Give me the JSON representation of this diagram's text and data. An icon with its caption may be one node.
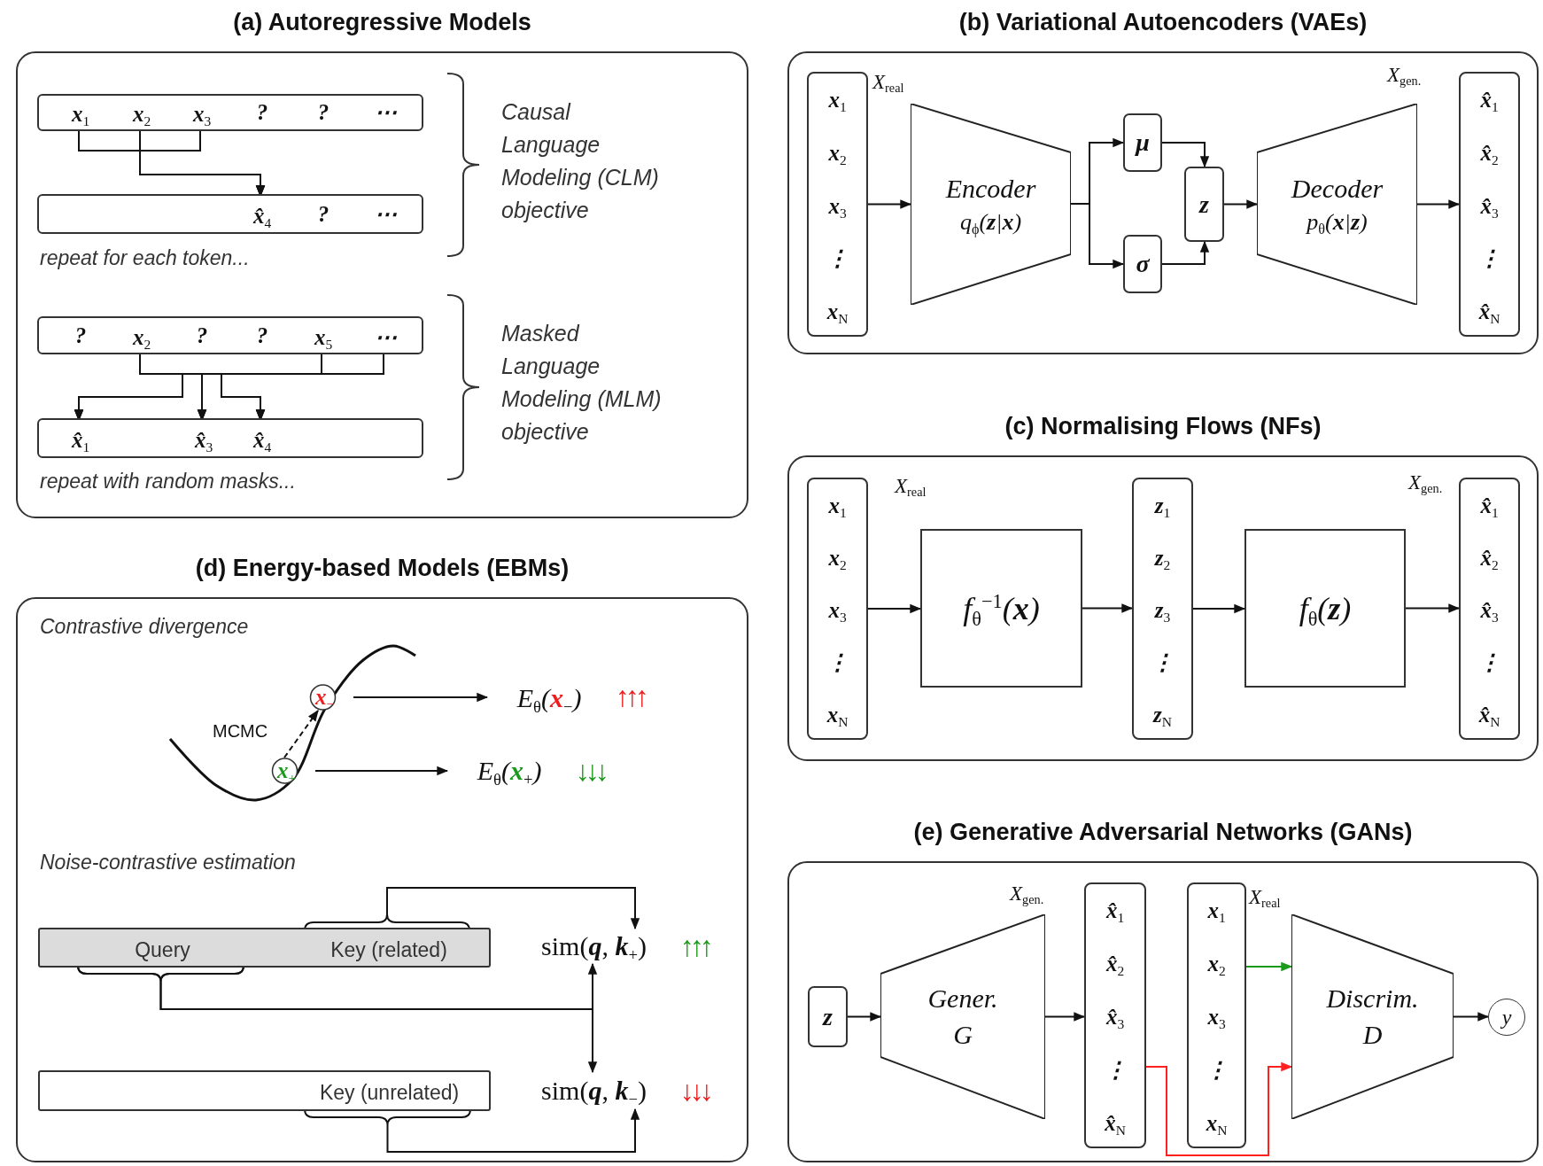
{
  "diagram": {
    "nodes": [
      {
        "text": [
          "(a) Autoregressive Models"
        ]
      },
      {
        "text": [
          "?",
          "?",
          "⋯"
        ],
        "in": 0
      },
      {
        "text": [
          "x$_{1}$"
        ],
        "in": 1
      },
      {
        "text": [
          "x$_{2}$"
        ],
        "in": 1
      },
      {
        "text": [
          "x$_{3}$"
        ],
        "in": 1
      },
      {
        "text": [
          "?",
          "⋯"
        ],
        "in": 0
      },
      {
        "text": [
          "x̂$_{4}$"
        ],
        "in": 5
      },
      {
        "text": [
          "?",
          "?",
          "?"
        ],
        "in": 0
      },
      {
        "text": [
          "x$_{2}$"
        ],
        "in": 7
      },
      {
        "text": [
          "x$_{5}$"
        ],
        "in": 7
      },
      {
        "text": [
          "⋯"
        ],
        "in": 7
      },
      {
        "text": [],
        "shape": "box",
        "in": 0
      },
      {
        "text": [
          "x̂$_{1}$"
        ],
        "in": 11
      },
      {
        "text": [
          "x̂$_{3}$"
        ],
        "in": 11
      },
      {
        "text": [
          "x̂$_{4}$"
        ],
        "in": 11
      },
      {
        "text": [
          "(b) Variational Autoencoders (VAEs)"
        ]
      },
      {
        "text": [
          "x$_{1}$",
          "x$_{2}$",
          "x$_{3}$",
          "⋮",
          "x$_{N}$"
        ],
        "in": 15,
        "beside": [
          "*X*$_{real}$"
        ]
      },
      {
        "text": [
          "Encoder",
          "*q*$_{ϕ}$(**z**|**x**)"
        ],
        "in": 15
      },
      {
        "text": [
          "μ"
        ],
        "in": 15
      },
      {
        "text": [
          "σ"
        ],
        "in": 15
      },
      {
        "text": [
          "z"
        ],
        "in": 15
      },
      {
        "text": [
          "Decoder",
          "*p*$_{θ}$(**x**|**z**)"
        ],
        "in": 15
      },
      {
        "text": [
          "x̂$_{1}$",
          "x̂$_{2}$",
          "x̂$_{3}$",
          "⋮",
          "x̂$_{N}$"
        ],
        "in": 15
      },
      {
        "text": [
          "(c) Normalising Flows (NFs)"
        ]
      },
      {
        "text": [
          "x$_{1}$",
          "x$_{2}$",
          "x$_{3}$",
          "⋮",
          "x$_{N}$"
        ],
        "in": 23,
        "beside": [
          "*X*$_{real}$"
        ]
      },
      {
        "text": [
          "*f*$_{θ}$$^{−1}$(**x**)"
        ],
        "in": 23
      },
      {
        "text": [
          "z$_{1}$",
          "z$_{2}$",
          "z$_{3}$",
          "⋮",
          "z$_{N}$"
        ],
        "in": 23
      },
      {
        "text": [
          "*f*$_{θ}$(**z**)"
        ],
        "in": 23
      },
      {
        "text": [
          "x̂$_{1}$",
          "x̂$_{2}$",
          "x̂$_{3}$",
          "⋮",
          "x̂$_{N}$"
        ],
        "in": 23,
        "beside": [
          "*X*$_{gen.}$"
        ]
      },
      {
        "text": [
          "(d) Energy-based Models (EBMs)"
        ]
      },
      {
        "text": [
          "x$_{−}$"
        ],
        "in": 29
      },
      {
        "text": [
          "*E*$_{θ}$(**x**$_{−}$)"
        ],
        "in": 29,
        "beside": [
          "↑↑↑"
        ]
      },
      {
        "text": [
          "x$_{+}$"
        ],
        "in": 29
      },
      {
        "text": [
          "*E*$_{θ}$(**x**$_{+}$)"
        ],
        "in": 29,
        "beside": [
          "↓↓↓"
        ]
      },
      {
        "text": [],
        "shape": "box",
        "in": 29
      },
      {
        "text": [
          "Query"
        ],
        "in": 34
      },
      {
        "text": [
          "Key (related)"
        ],
        "in": 34
      },
      {
        "text": [
          "sim(**q**, **k**$_{+}$)"
        ],
        "in": 29,
        "beside": [
          "↑↑↑"
        ]
      },
      {
        "text": [],
        "shape": "box",
        "in": 29
      },
      {
        "text": [
          "Key (unrelated)"
        ],
        "in": 38
      },
      {
        "text": [
          "sim(**q**, **k**$_{−}$)"
        ],
        "in": 29,
        "beside": [
          "↓↓↓"
        ]
      },
      {
        "text": [
          "(e) Generative Adversarial Networks (GANs)"
        ]
      },
      {
        "text": [
          "z"
        ],
        "in": 41
      },
      {
        "text": [
          "Gener.",
          "G"
        ],
        "in": 41
      },
      {
        "text": [
          "x̂$_{1}$",
          "x̂$_{2}$",
          "x̂$_{3}$",
          "⋮",
          "x̂$_{N}$"
        ],
        "in": 41
      },
      {
        "text": [
          "x$_{1}$",
          "x$_{2}$",
          "x$_{3}$",
          "⋮",
          "x$_{N}$"
        ],
        "in": 41,
        "beside": [
          "*X*$_{real}$"
        ]
      },
      {
        "text": [
          "Discrim.",
          "D"
        ],
        "in": 41
      },
      {
        "text": [
          "y"
        ],
        "in": 41
      }
    ],
    "edges": [
      {
        "from": 2,
        "to": 6,
        "arrow": "to"
      },
      {
        "from": 3,
        "to": 6,
        "arrow": "to"
      },
      {
        "from": 4,
        "to": 6,
        "arrow": "to"
      },
      {
        "from": 8,
        "to": 12,
        "arrow": "to"
      },
      {
        "from": 8,
        "to": 13,
        "arrow": "to"
      },
      {
        "from": 8,
        "to": 14,
        "arrow": "to"
      },
      {
        "from": 9,
        "to": 12,
        "arrow": "to"
      },
      {
        "from": 9,
        "to": 13,
        "arrow": "to"
      },
      {
        "from": 9,
        "to": 14,
        "arrow": "to"
      },
      {
        "from": 10,
        "to": 12,
        "arrow": "to"
      },
      {
        "from": 10,
        "to": 13,
        "arrow": "to"
      },
      {
        "from": 10,
        "to": 14,
        "arrow": "to"
      },
      {
        "from": 16,
        "to": 17,
        "arrow": "to"
      },
      {
        "from": 17,
        "to": 18,
        "arrow": "to"
      },
      {
        "from": 17,
        "to": 19,
        "arrow": "to"
      },
      {
        "from": 18,
        "to": 20,
        "arrow": "to"
      },
      {
        "from": 19,
        "to": 20,
        "arrow": "to"
      },
      {
        "from": 20,
        "to": 21,
        "arrow": "to"
      },
      {
        "from": 21,
        "to": 22,
        "arrow": "to"
      },
      {
        "from": 24,
        "to": 25,
        "arrow": "to"
      },
      {
        "from": 25,
        "to": 26,
        "arrow": "to"
      },
      {
        "from": 26,
        "to": 27,
        "arrow": "to"
      },
      {
        "from": 27,
        "to": 28,
        "arrow": "to"
      },
      {
        "from": 32,
        "to": 30,
        "arrow": "to",
        "label": "MCMC",
        "style": "dashed"
      },
      {
        "from": 30,
        "to": 31,
        "arrow": "to"
      },
      {
        "from": 32,
        "to": 33,
        "arrow": "to"
      },
      {
        "from": 36,
        "to": 37,
        "arrow": "to"
      },
      {
        "from": 35,
        "to": 37,
        "arrow": "to"
      },
      {
        "from": 35,
        "to": 40,
        "arrow": "to"
      },
      {
        "from": 39,
        "to": 40,
        "arrow": "to"
      },
      {
        "from": 42,
        "to": 43,
        "arrow": "to"
      },
      {
        "from": 43,
        "to": 44,
        "arrow": "to"
      },
      {
        "from": 44,
        "to": 46,
        "arrow": "to",
        "color": "#ff2020"
      },
      {
        "from": 45,
        "to": 46,
        "arrow": "to",
        "color": "#1a9a1a"
      },
      {
        "from": 46,
        "to": 47,
        "arrow": "to"
      }
    ],
    "labels": [
      "Causal Language Modeling (CLM) objective",
      "repeat for each token...",
      "Masked Language Modeling (MLM) objective",
      "repeat with random masks...",
      "*X*$_{gen.}$",
      "Contrastive divergence",
      "Noise-contrastive estimation",
      "*X*$_{gen.}$"
    ]
  }
}
